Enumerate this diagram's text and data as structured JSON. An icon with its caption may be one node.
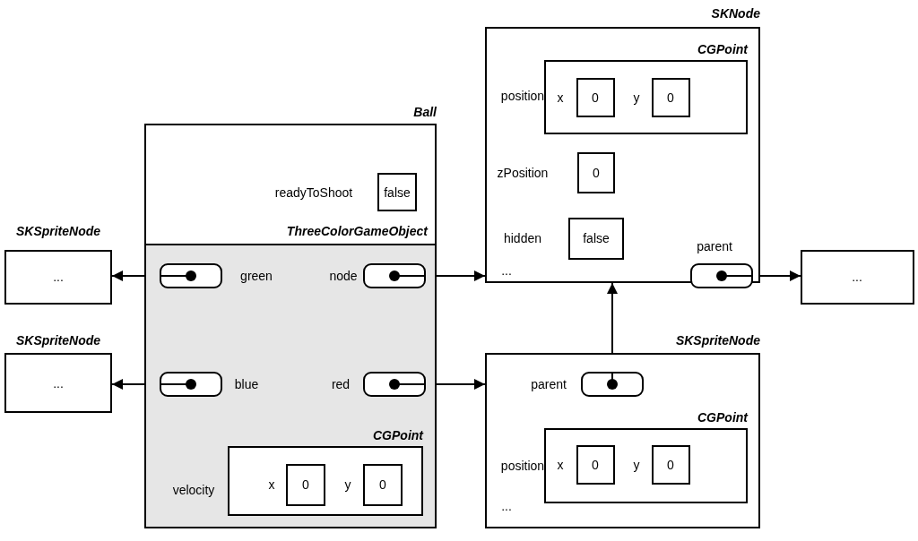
{
  "diagram": {
    "nodes": [
      {
        "text": [
          "SKNode",
          "..."
        ]
      },
      {
        "text": [
          "CGPoint"
        ],
        "in": 0,
        "beside": [
          "position"
        ]
      },
      {
        "text": [
          "0"
        ],
        "in": 1,
        "beside": [
          "x"
        ]
      },
      {
        "text": [
          "0"
        ],
        "in": 1,
        "beside": [
          "y"
        ]
      },
      {
        "text": [
          "0"
        ],
        "in": 0,
        "beside": [
          "zPosition"
        ]
      },
      {
        "text": [
          "false"
        ],
        "in": 0,
        "beside": [
          "hidden"
        ]
      },
      {
        "text": [],
        "shape": "box",
        "in": 0,
        "beside": [
          "parent"
        ]
      },
      {
        "text": [
          "..."
        ]
      },
      {
        "text": [
          "Ball"
        ]
      },
      {
        "text": [
          "false"
        ],
        "in": 8,
        "beside": [
          "readyToShoot"
        ]
      },
      {
        "text": [
          "ThreeColorGameObject"
        ],
        "in": 8
      },
      {
        "text": [],
        "shape": "box",
        "in": 10,
        "beside": [
          "green"
        ]
      },
      {
        "text": [],
        "shape": "box",
        "in": 10,
        "beside": [
          "node"
        ]
      },
      {
        "text": [],
        "shape": "box",
        "in": 10,
        "beside": [
          "blue"
        ]
      },
      {
        "text": [],
        "shape": "box",
        "in": 10,
        "beside": [
          "red"
        ]
      },
      {
        "text": [
          "CGPoint"
        ],
        "in": 10,
        "beside": [
          "velocity"
        ]
      },
      {
        "text": [
          "0"
        ],
        "in": 15,
        "beside": [
          "x"
        ]
      },
      {
        "text": [
          "0"
        ],
        "in": 15,
        "beside": [
          "y"
        ]
      },
      {
        "text": [
          "SKSpriteNode",
          "..."
        ]
      },
      {
        "text": [
          "SKSpriteNode",
          "..."
        ]
      },
      {
        "text": [
          "SKSpriteNode",
          "..."
        ]
      },
      {
        "text": [],
        "shape": "box",
        "in": 20,
        "beside": [
          "parent"
        ]
      },
      {
        "text": [
          "CGPoint"
        ],
        "in": 20,
        "beside": [
          "position"
        ]
      },
      {
        "text": [
          "0"
        ],
        "in": 22,
        "beside": [
          "x"
        ]
      },
      {
        "text": [
          "0"
        ],
        "in": 22,
        "beside": [
          "y"
        ]
      }
    ],
    "edges": [
      {
        "from": 11,
        "to": 18,
        "arrow": "to"
      },
      {
        "from": 12,
        "to": 0,
        "arrow": "to"
      },
      {
        "from": 13,
        "to": 19,
        "arrow": "to"
      },
      {
        "from": 14,
        "to": 20,
        "arrow": "to"
      },
      {
        "from": 21,
        "to": 0,
        "arrow": "to"
      },
      {
        "from": 6,
        "to": 7,
        "arrow": "to"
      }
    ]
  }
}
